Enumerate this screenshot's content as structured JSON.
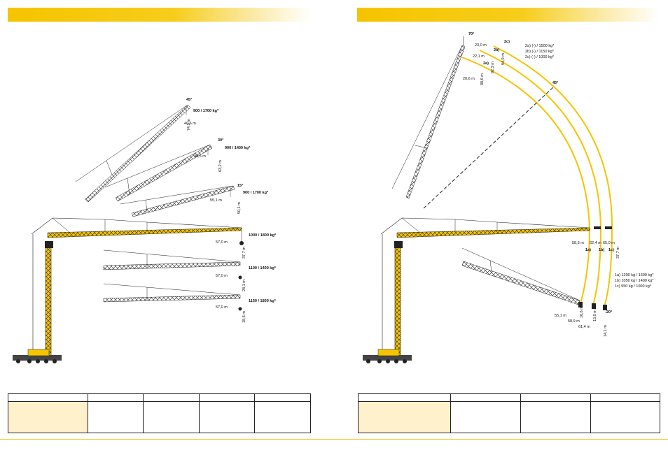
{
  "left": {
    "configs": [
      {
        "angle": "45°",
        "load": "900 / 1700 kg*",
        "radius": "40,6 m",
        "height": "74,3 m"
      },
      {
        "angle": "30°",
        "load": "900 / 1400 kg*",
        "radius": "49,5 m",
        "height": "63,2 m"
      },
      {
        "angle": "15°",
        "load": "900 / 1700 kg*",
        "radius": "55,1 m",
        "height": "50,1 m"
      },
      {
        "angle": "",
        "load": "1000 / 1800 kg*",
        "radius": "57,0 m",
        "height": "37,7 m"
      },
      {
        "angle": "",
        "load": "1100 / 1400 kg*",
        "radius": "57,0 m",
        "height": "28,1 m"
      },
      {
        "angle": "",
        "load": "1150 / 1800 kg*",
        "radius": "57,0 m",
        "height": "18,6 m"
      }
    ]
  },
  "right": {
    "top_angle": "70°",
    "mid_angle": "45°",
    "low_angle": "-20°",
    "top_tags": [
      "2c)",
      "2b)",
      "2a)"
    ],
    "top_radii": [
      "23,0 m",
      "22,1 m",
      "20,6 m"
    ],
    "top_heights": [
      "94,9 m",
      "92,3 m",
      "88,6 m"
    ],
    "top_legend": [
      "2a) (-) / 1500 kg*",
      "2b) (-) / 1150 kg*",
      "2c) (-) / 1000 kg*"
    ],
    "hor_radii": [
      "58,3 m",
      "62,4 m",
      "65,0 m"
    ],
    "hor_tags": [
      "1a)",
      "1b)",
      "1c)"
    ],
    "hor_height": "37,7 m",
    "hor_legend": [
      "1a) 1200 kg / 1600 kg*",
      "1b) 1050 kg / 1400 kg*",
      "1c)   950 kg / 1000 kg*"
    ],
    "low_radii": [
      "55,1 m",
      "58,9 m",
      "61,4 m"
    ],
    "low_heights": [
      "16,6 m",
      "15,0 m",
      "14,1 m"
    ]
  },
  "colors": {
    "accent": "#f5c400",
    "boom": "#1a1a1a",
    "curve": "#f5c400"
  }
}
